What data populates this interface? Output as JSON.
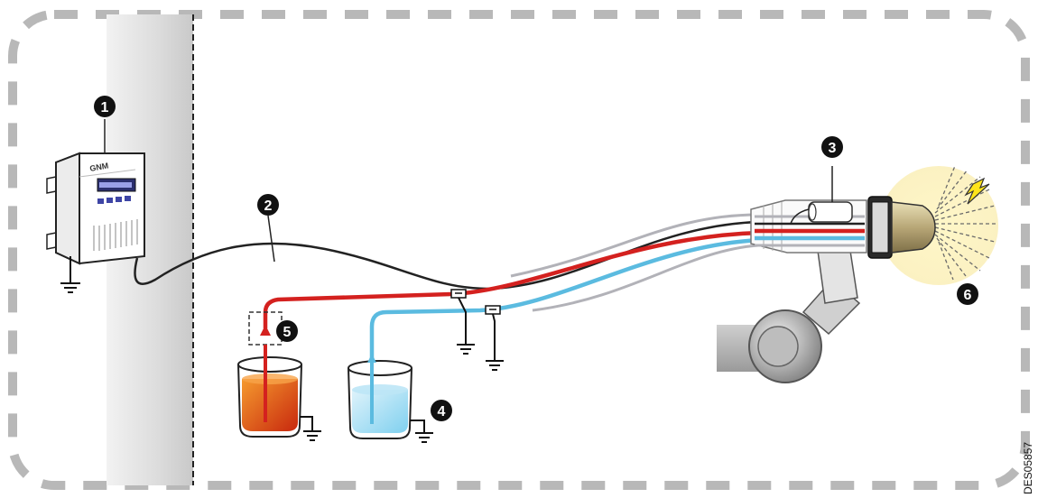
{
  "diagram": {
    "controller_brand": "GNM",
    "callouts": [
      {
        "number": "1",
        "part": "controller"
      },
      {
        "number": "2",
        "part": "control-cable"
      },
      {
        "number": "3",
        "part": "sensor"
      },
      {
        "number": "4",
        "part": "water-beaker"
      },
      {
        "number": "5",
        "part": "chemical-beaker"
      },
      {
        "number": "6",
        "part": "spray-cone"
      }
    ],
    "doc_reference": "DES05857"
  }
}
